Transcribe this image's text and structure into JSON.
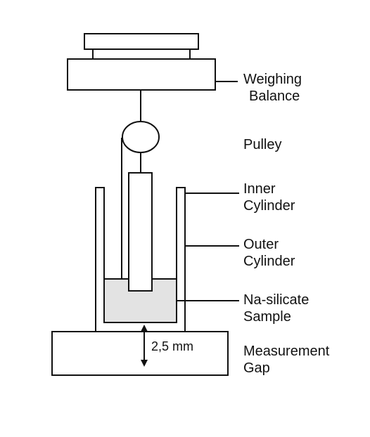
{
  "labels": {
    "balance": [
      "Weighing",
      "Balance"
    ],
    "pulley": [
      "Pulley"
    ],
    "inner_cylinder": [
      "Inner",
      "Cylinder"
    ],
    "outer_cylinder": [
      "Outer",
      "Cylinder"
    ],
    "sample": [
      "Na-silicate",
      "Sample"
    ],
    "gap": [
      "Measurement",
      "Gap"
    ]
  },
  "dimension": "2,5 mm",
  "colors": {
    "stroke": "#111111",
    "background": "#ffffff",
    "sample_fill": "#e3e3e3"
  }
}
